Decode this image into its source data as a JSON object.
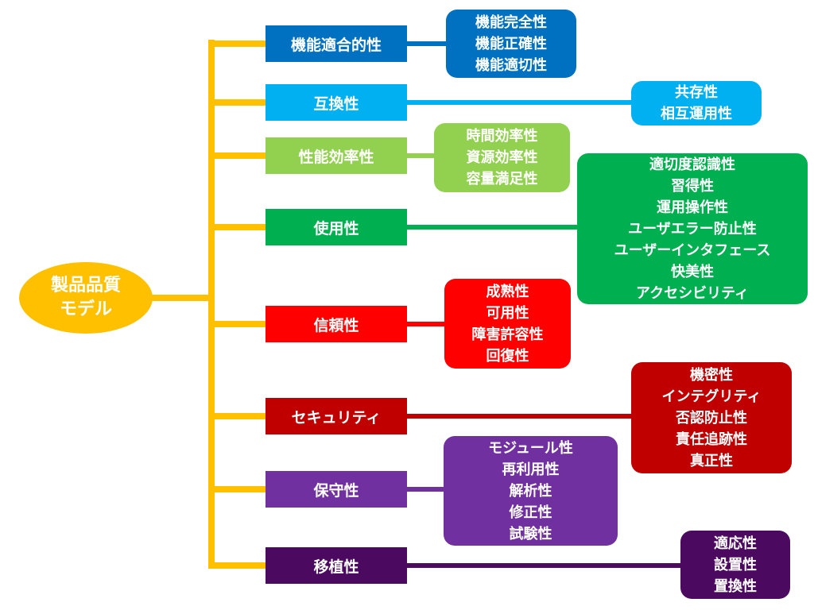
{
  "root": {
    "lines": [
      "製品品質",
      "モデル"
    ],
    "color": "#ffc000"
  },
  "characteristics": [
    {
      "label": "機能適合的性",
      "color": "#0070c0",
      "subs": [
        "機能完全性",
        "機能正確性",
        "機能適切性"
      ]
    },
    {
      "label": "互換性",
      "color": "#00b0f0",
      "subs": [
        "共存性",
        "相互運用性"
      ]
    },
    {
      "label": "性能効率性",
      "color": "#92d050",
      "subs": [
        "時間効率性",
        "資源効率性",
        "容量満足性"
      ]
    },
    {
      "label": "使用性",
      "color": "#00b050",
      "subs": [
        "適切度認識性",
        "習得性",
        "運用操作性",
        "ユーザエラー防止性",
        "ユーザーインタフェース",
        "快美性",
        "アクセシビリティ"
      ]
    },
    {
      "label": "信頼性",
      "color": "#ff0000",
      "subs": [
        "成熟性",
        "可用性",
        "障害許容性",
        "回復性"
      ]
    },
    {
      "label": "セキュリティ",
      "color": "#c00000",
      "subs": [
        "機密性",
        "インテグリティ",
        "否認防止性",
        "責任追跡性",
        "真正性"
      ]
    },
    {
      "label": "保守性",
      "color": "#7030a0",
      "subs": [
        "モジュール性",
        "再利用性",
        "解析性",
        "修正性",
        "試験性"
      ]
    },
    {
      "label": "移植性",
      "color": "#4b0a5f",
      "subs": [
        "適応性",
        "設置性",
        "置換性"
      ]
    }
  ]
}
